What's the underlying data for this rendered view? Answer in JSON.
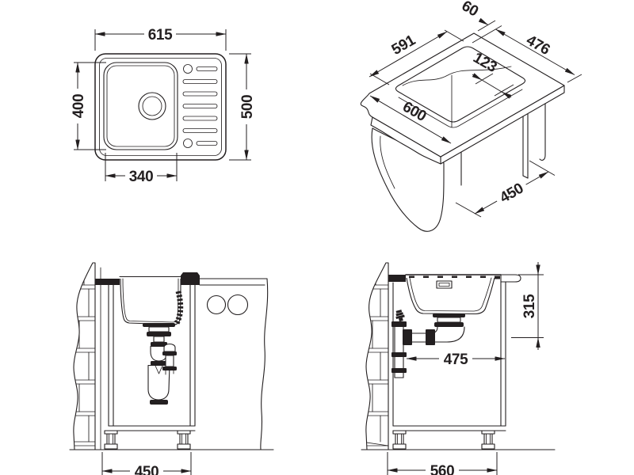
{
  "drawing": {
    "line_color": "#231f20",
    "background_color": "#ffffff",
    "views": {
      "plan": {
        "dims": {
          "overall_width": "615",
          "overall_depth": "500",
          "bowl_depth": "400",
          "bowl_width": "340"
        }
      },
      "isometric": {
        "dims": {
          "edge_offset": "60",
          "cutout_depth": "476",
          "cutout_width": "591",
          "inner_offset": "123",
          "worktop_depth": "600",
          "panel_depth": "450"
        }
      },
      "side_section": {
        "dims": {
          "cabinet_depth": "450"
        }
      },
      "front_section": {
        "dims": {
          "drain_height": "315",
          "drain_offset": "475",
          "cabinet_width": "560"
        }
      }
    }
  }
}
